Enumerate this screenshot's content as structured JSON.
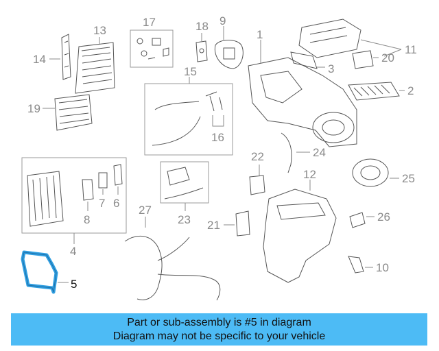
{
  "callouts": {
    "c1": "1",
    "c2": "2",
    "c3": "3",
    "c4": "4",
    "c5": "5",
    "c6": "6",
    "c7": "7",
    "c8": "8",
    "c9": "9",
    "c10": "10",
    "c11": "11",
    "c12": "12",
    "c13": "13",
    "c14": "14",
    "c15": "15",
    "c16": "16",
    "c17": "17",
    "c18": "18",
    "c19": "19",
    "c20": "20",
    "c21": "21",
    "c22": "22",
    "c23": "23",
    "c24": "24",
    "c25": "25",
    "c26": "26",
    "c27": "27"
  },
  "highlight": {
    "part_number": "5",
    "color": "#2f9ee0"
  },
  "banner": {
    "line1": "Part or sub-assembly is #5 in diagram",
    "line2": "Diagram may not be specific to your vehicle",
    "background": "#4dbbf5"
  }
}
